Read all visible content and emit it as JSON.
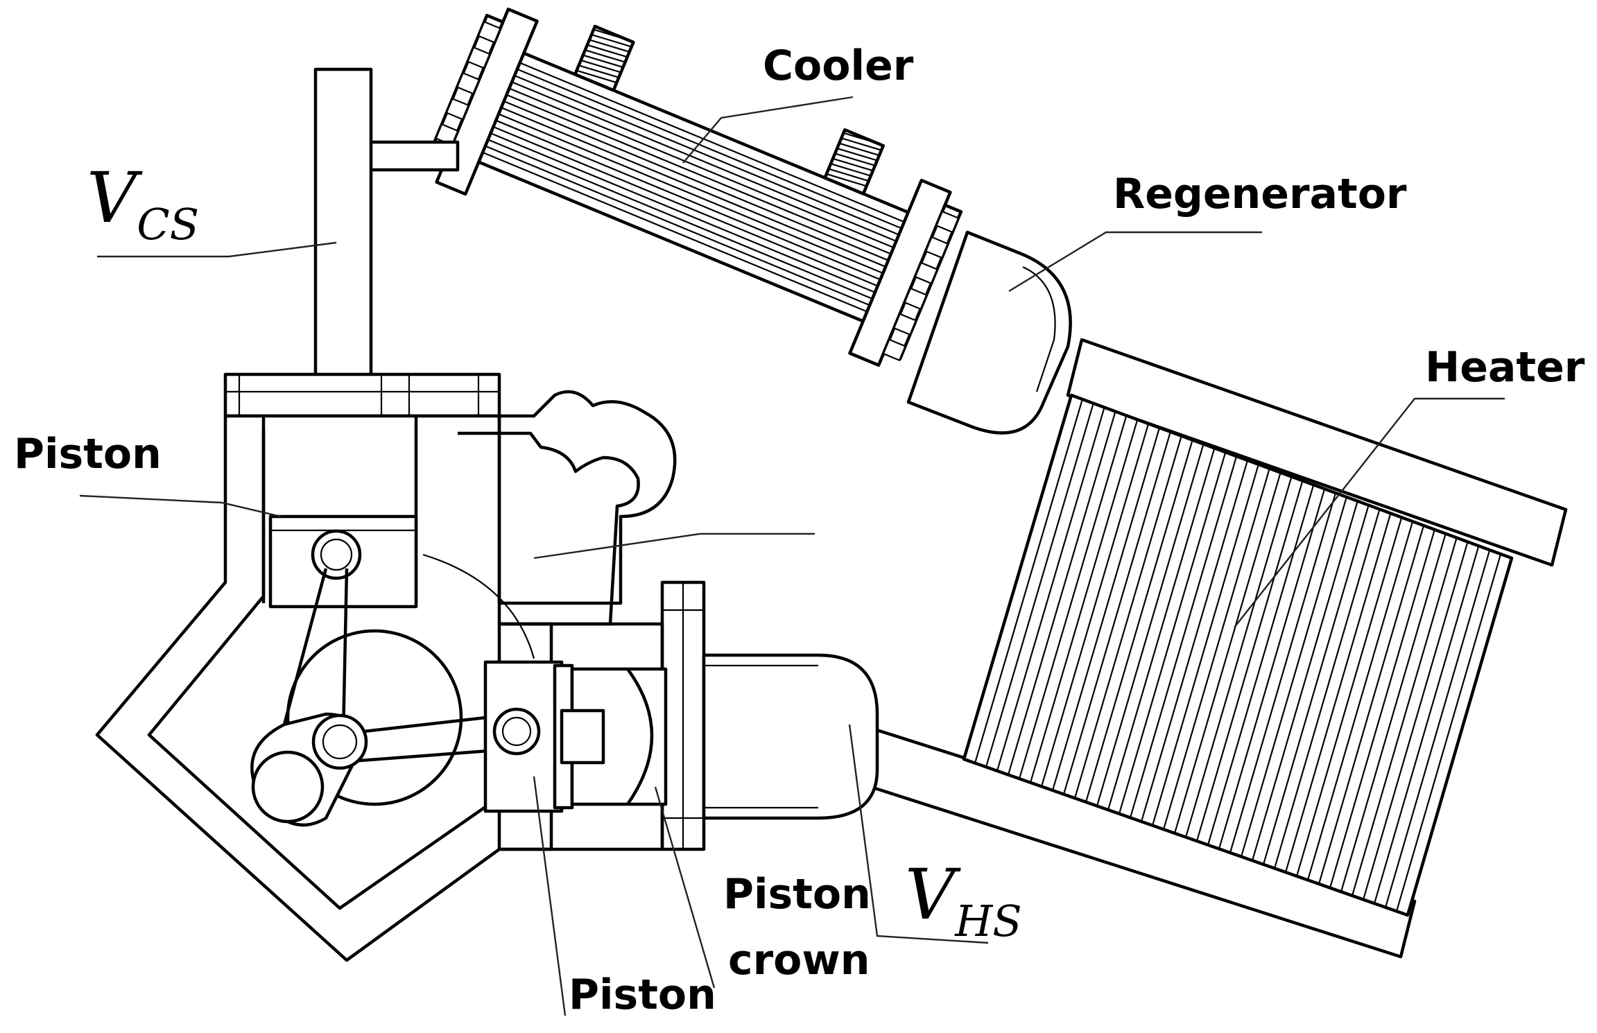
{
  "labels": {
    "cooler": "Cooler",
    "regenerator": "Regenerator",
    "heater": "Heater",
    "piston_left": "Piston",
    "piston_bottom": "Piston",
    "piston_crown_line1": "Piston",
    "piston_crown_line2": "crown"
  },
  "symbols": {
    "cold_space_main": "V",
    "cold_space_sub": "CS",
    "hot_space_main": "V",
    "hot_space_sub": "HS"
  }
}
